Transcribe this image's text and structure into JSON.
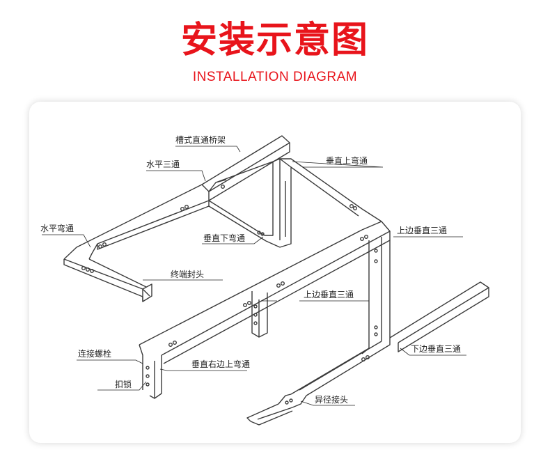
{
  "header": {
    "title_cn": "安装示意图",
    "title_en": "INSTALLATION DIAGRAM"
  },
  "labels": {
    "straight_tray": "槽式直通桥架",
    "horizontal_tee": "水平三通",
    "vertical_up_elbow": "垂直上弯通",
    "horizontal_elbow": "水平弯通",
    "upper_vertical_tee_1": "上边垂直三通",
    "vertical_down_elbow": "垂直下弯通",
    "end_cap": "终端封头",
    "upper_vertical_tee_2": "上边垂直三通",
    "connecting_bolt": "连接螺栓",
    "lower_vertical_tee": "下边垂直三通",
    "vertical_right_up_elbow": "垂直右边上弯通",
    "buckle_lock": "扣锁",
    "reducer": "异径接头"
  },
  "colors": {
    "title": "#e8141b",
    "line": "#3a3a3a",
    "background": "#ffffff"
  }
}
